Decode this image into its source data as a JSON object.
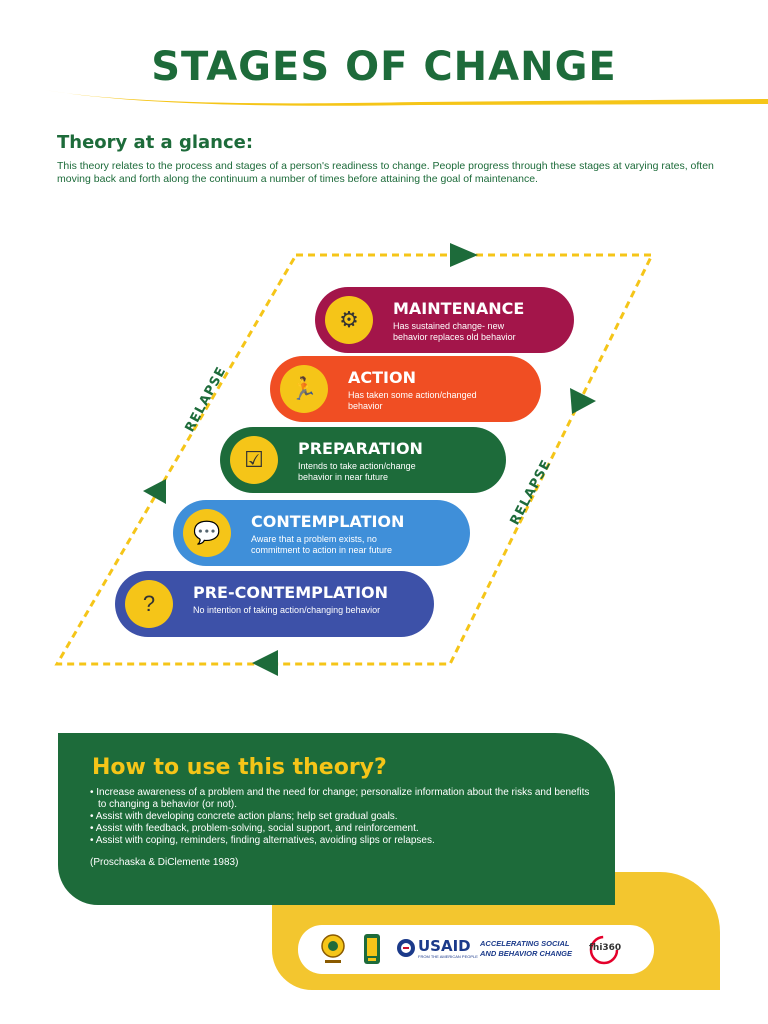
{
  "title": "STAGES OF CHANGE",
  "glance": {
    "heading": "Theory at a glance:",
    "text": "This theory relates to the process and stages of a person's readiness to change. People progress through these stages at varying rates, often moving back and forth along the continuum a number of times before attaining the goal of maintenance."
  },
  "stages": [
    {
      "name": "MAINTENANCE",
      "desc": "Has sustained change- new behavior replaces old behavior",
      "color": "#a3154a",
      "icon": "gear-wrench-icon",
      "glyph": "⚙"
    },
    {
      "name": "ACTION",
      "desc": "Has taken some action/changed behavior",
      "color": "#f04e23",
      "icon": "running-person-icon",
      "glyph": "🏃"
    },
    {
      "name": "PREPARATION",
      "desc": "Intends to take action/change behavior in near future",
      "color": "#1d6b3a",
      "icon": "checklist-icon",
      "glyph": "☑"
    },
    {
      "name": "CONTEMPLATION",
      "desc": "Aware that a problem exists, no commitment to action in near future",
      "color": "#3f8fd9",
      "icon": "two-heads-thinking-icon",
      "glyph": "💬"
    },
    {
      "name": "PRE-CONTEMPLATION",
      "desc": "No intention of taking action/changing behavior",
      "color": "#3d51a8",
      "icon": "people-question-icon",
      "glyph": "?"
    }
  ],
  "relapse_label": "RELAPSE",
  "how": {
    "heading": "How to use this theory?",
    "items": [
      "• Increase awareness of a problem and the need for change; personalize information about the risks and benefits to changing a behavior (or not).",
      "• Assist with developing concrete action plans; help set gradual goals.",
      "• Assist with feedback, problem-solving, social support, and reinforcement.",
      "• Assist with coping, reminders, finding alternatives, avoiding slips or relapses."
    ],
    "citation": "(Proschaska & DiClemente 1983)"
  },
  "logos": {
    "usaid": "USAID",
    "usaid_sub": "FROM THE AMERICAN PEOPLE",
    "asbc_line1": "ACCELERATING SOCIAL",
    "asbc_line2": "AND BEHAVIOR CHANGE",
    "fhi": "fhi360"
  },
  "colors": {
    "green": "#1d6b3a",
    "yellow": "#f5c518"
  }
}
